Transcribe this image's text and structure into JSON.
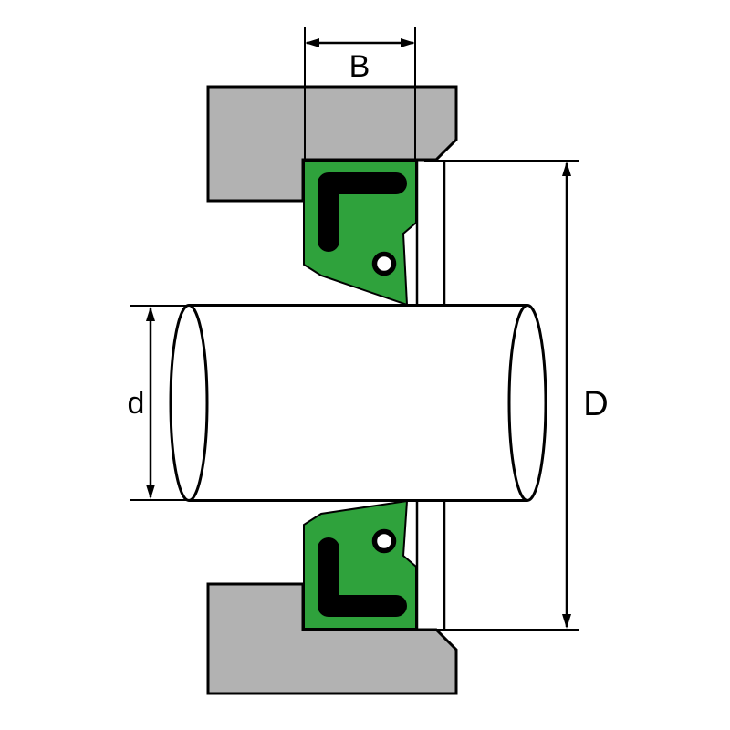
{
  "diagram": {
    "labels": {
      "seal_width": "B",
      "shaft_diameter": "d",
      "bore_diameter": "D"
    },
    "colors": {
      "background": "#ffffff",
      "outline": "#000000",
      "housing_gray": "#b2b2b2",
      "seal_green": "#2fa23c",
      "shaft_white": "#ffffff",
      "rubber_black": "#000000"
    }
  }
}
